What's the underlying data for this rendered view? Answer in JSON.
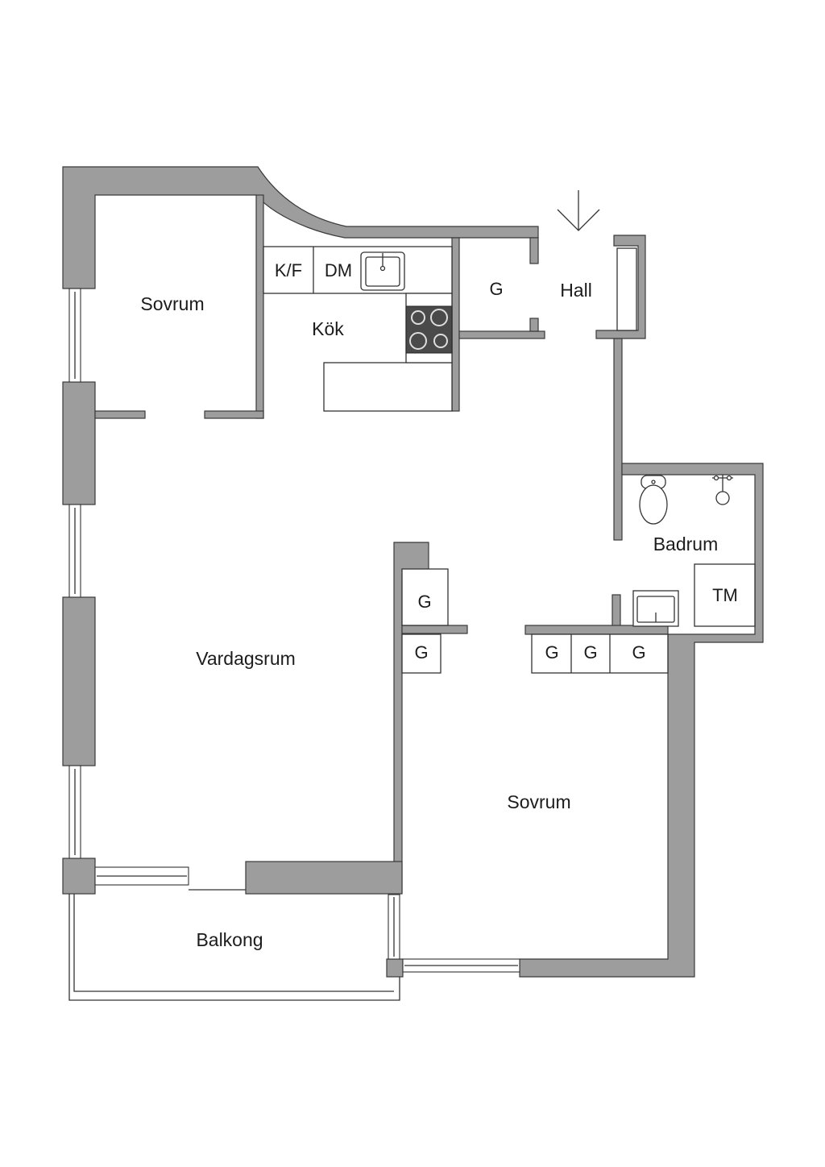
{
  "rooms": {
    "sovrum_top": "Sovrum",
    "kok": "Kök",
    "hall": "Hall",
    "badrum": "Badrum",
    "vardagsrum": "Vardagsrum",
    "sovrum_bottom": "Sovrum",
    "balkong": "Balkong"
  },
  "fixtures": {
    "kf": "K/F",
    "dm": "DM",
    "tm": "TM",
    "closet": "G"
  },
  "colors": {
    "wall": "#9d9d9d",
    "outline": "#333333",
    "stove": "#4a4a4a",
    "background": "#ffffff"
  },
  "icons": [
    "entrance-arrow-icon",
    "sink-icon",
    "stove-icon",
    "toilet-icon",
    "shower-icon",
    "washbasin-icon"
  ]
}
